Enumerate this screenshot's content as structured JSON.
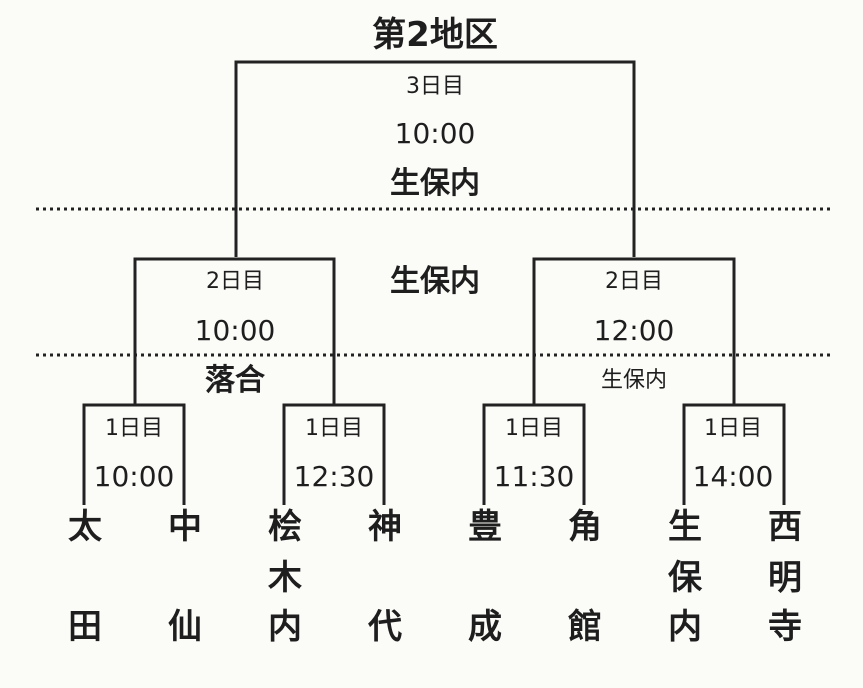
{
  "title": "第2地区",
  "final": {
    "day": "3日目",
    "time": "10:00",
    "venue": "生保内"
  },
  "semifinals": [
    {
      "day": "2日目",
      "time": "10:00",
      "venue": "落合"
    },
    {
      "day": "2日目",
      "time": "12:00",
      "venue": "生保内"
    }
  ],
  "semi_center_venue": "生保内",
  "first_round": [
    {
      "day": "1日目",
      "time": "10:00"
    },
    {
      "day": "1日目",
      "time": "12:30"
    },
    {
      "day": "1日目",
      "time": "11:30"
    },
    {
      "day": "1日目",
      "time": "14:00"
    }
  ],
  "teams": [
    {
      "c1": "太",
      "c2": "",
      "c3": "田"
    },
    {
      "c1": "中",
      "c2": "",
      "c3": "仙"
    },
    {
      "c1": "桧",
      "c2": "木",
      "c3": "内"
    },
    {
      "c1": "神",
      "c2": "",
      "c3": "代"
    },
    {
      "c1": "豊",
      "c2": "",
      "c3": "成"
    },
    {
      "c1": "角",
      "c2": "",
      "c3": "館"
    },
    {
      "c1": "生",
      "c2": "保",
      "c3": "内"
    },
    {
      "c1": "西",
      "c2": "明",
      "c3": "寺"
    }
  ]
}
